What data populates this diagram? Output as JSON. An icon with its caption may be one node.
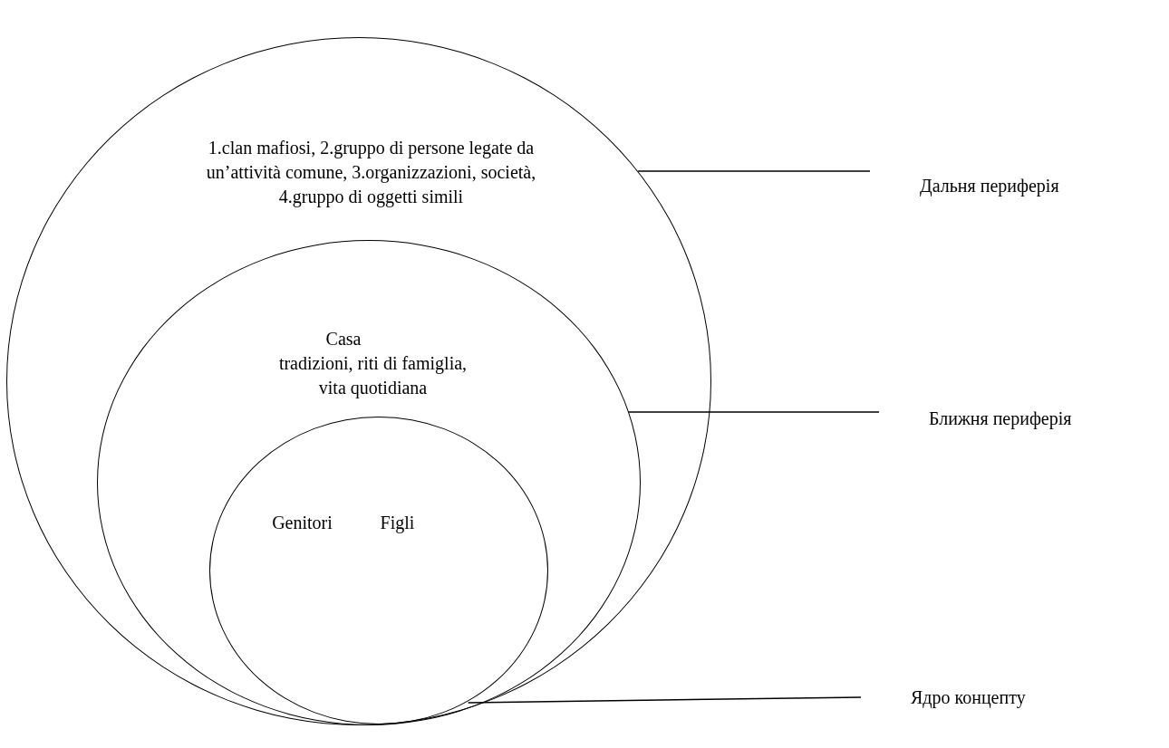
{
  "diagram": {
    "nodes": [
      {
        "text": [
          "1.clan mafiosi, 2.gruppo di persone legate da un’attività comune, 3.organizzazioni, società, 4.gruppo di oggetti simili"
        ]
      },
      {
        "text": [
          "Casa",
          "tradizioni, riti di famiglia, vita quotidiana"
        ],
        "in": 0
      },
      {
        "text": [
          "Genitori",
          "Figli"
        ],
        "in": 1
      },
      {
        "text": [
          "Дальня периферія"
        ]
      },
      {
        "text": [
          "Ближня периферія"
        ]
      },
      {
        "text": [
          "Ядро концепту"
        ]
      }
    ],
    "edges": [
      {
        "from": 3,
        "to": 0,
        "arrow": "none"
      },
      {
        "from": 4,
        "to": 1,
        "arrow": "none"
      },
      {
        "from": 5,
        "to": 2,
        "arrow": "none"
      }
    ]
  }
}
